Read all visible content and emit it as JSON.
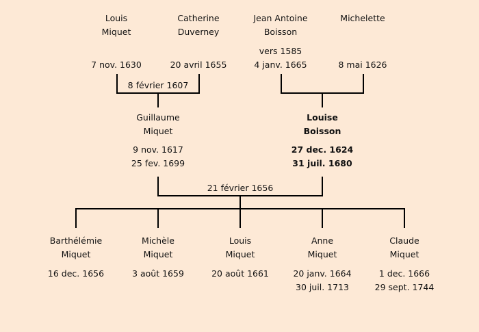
{
  "grandparents": [
    {
      "first": "Louis",
      "last": "Miquet",
      "line1": "",
      "line2": "7 nov. 1630"
    },
    {
      "first": "Catherine",
      "last": "Duverney",
      "line1": "",
      "line2": "20 avril 1655"
    },
    {
      "first": "Jean Antoine",
      "last": "Boisson",
      "line1": "vers 1585",
      "line2": "4 janv. 1665"
    },
    {
      "first": "Michelette",
      "last": "",
      "line1": "",
      "line2": "8 mai 1626"
    }
  ],
  "marriages": {
    "left": "8 février 1607",
    "parents": "21 février 1656"
  },
  "parents": [
    {
      "first": "Guillaume",
      "last": "Miquet",
      "birth": "9 nov. 1617",
      "death": "25 fev. 1699"
    },
    {
      "first": "Louise",
      "last": "Boisson",
      "birth": "27 dec. 1624",
      "death": "31 juil. 1680"
    }
  ],
  "children": [
    {
      "first": "Barthélémie",
      "last": "Miquet",
      "birth": "16 dec. 1656",
      "death": ""
    },
    {
      "first": "Michèle",
      "last": "Miquet",
      "birth": "3 août 1659",
      "death": ""
    },
    {
      "first": "Louis",
      "last": "Miquet",
      "birth": "20 août 1661",
      "death": ""
    },
    {
      "first": "Anne",
      "last": "Miquet",
      "birth": "20 janv. 1664",
      "death": "30 juil. 1713"
    },
    {
      "first": "Claude",
      "last": "Miquet",
      "birth": "1 dec. 1666",
      "death": "29 sept. 1744"
    }
  ]
}
